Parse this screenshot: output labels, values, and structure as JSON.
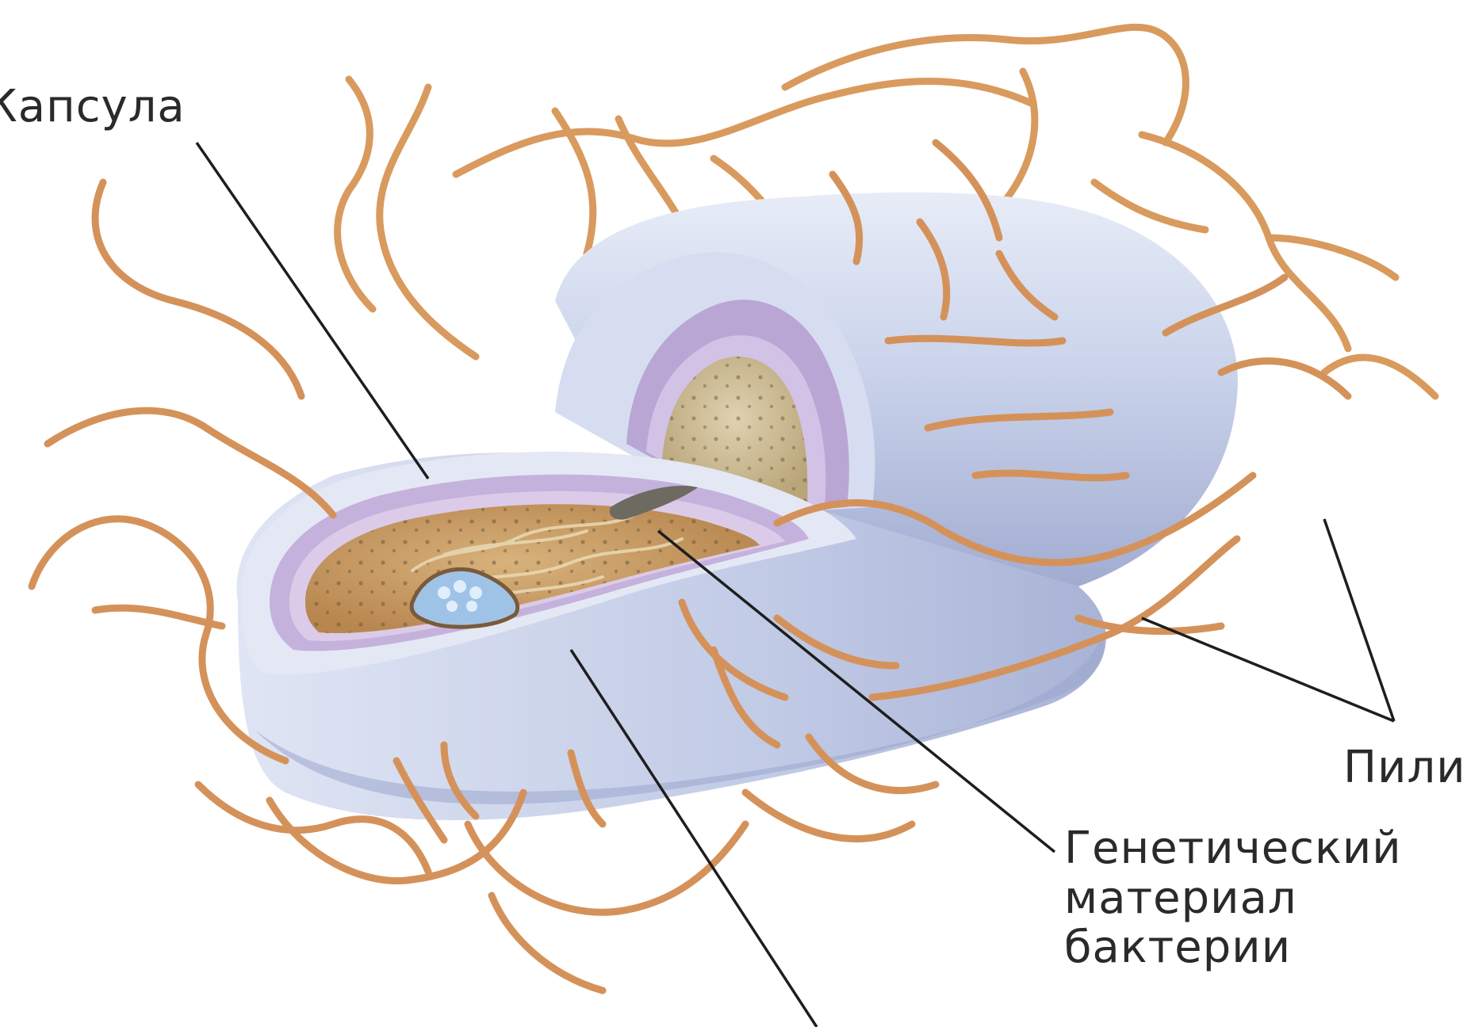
{
  "labels": {
    "capsule": "Капсула",
    "pili": "Пили",
    "genetic_material": [
      "Генетический",
      "материал",
      "бактерии"
    ]
  },
  "colors": {
    "pili": "#d99a5e",
    "pili_dark": "#c98448",
    "capsule_surface": "#c9d2ea",
    "capsule_shadow": "#9aa6cc",
    "cell_wall": "#b9a6d4",
    "membrane": "#cdb8df",
    "cytoplasm": "#c89a62",
    "leader_line": "#1e1e1e"
  }
}
